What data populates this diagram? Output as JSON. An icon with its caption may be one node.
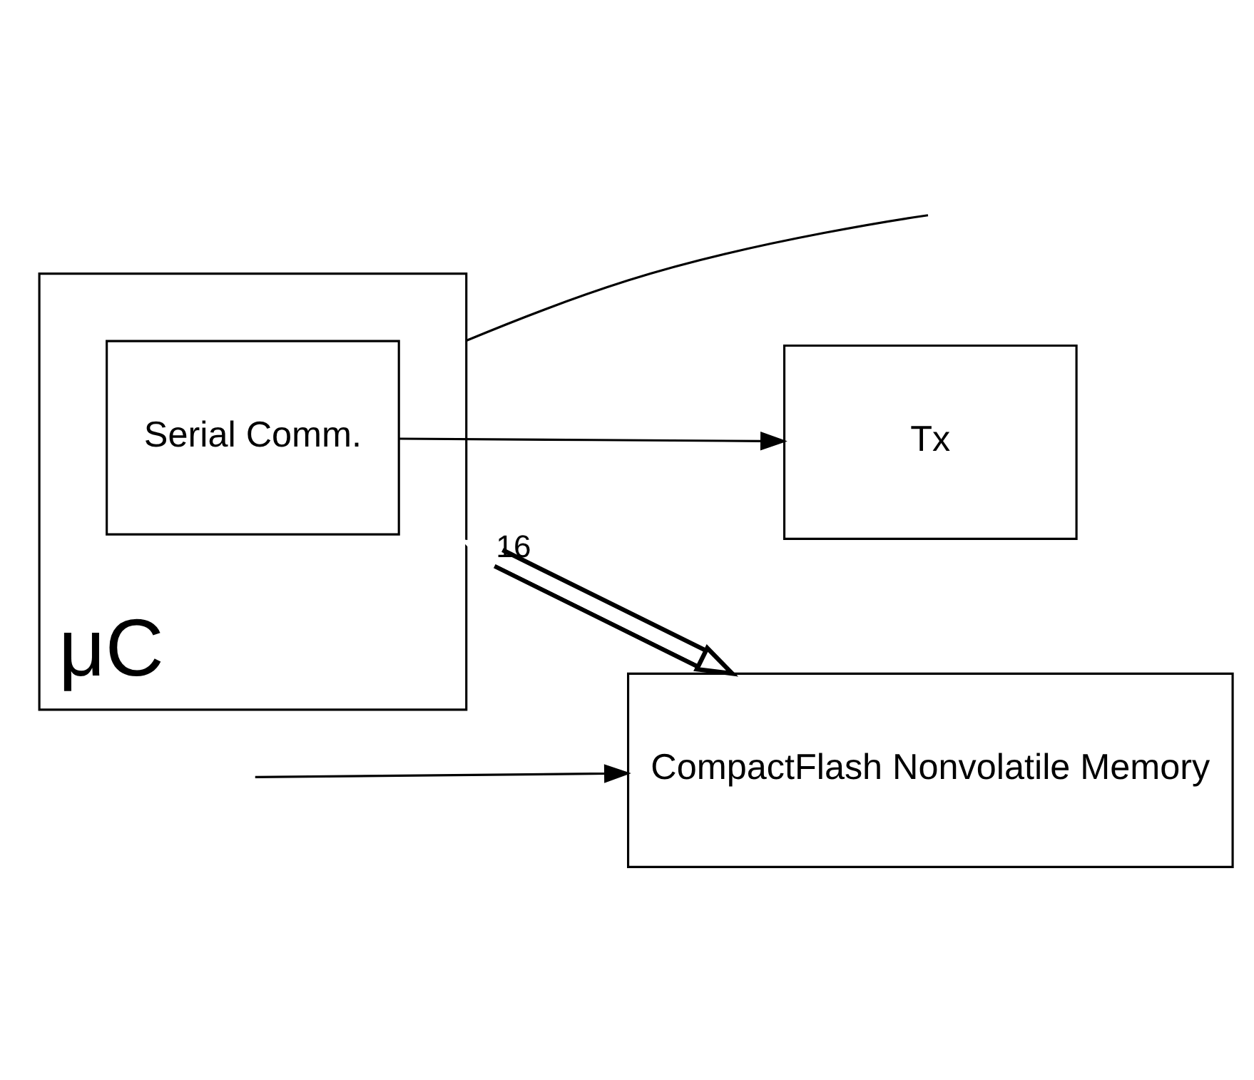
{
  "diagram": {
    "nodes": [
      {
        "text": [
          "μC"
        ]
      },
      {
        "text": [
          "Serial Comm."
        ],
        "in": 0
      },
      {
        "text": [
          "Tx"
        ]
      },
      {
        "text": [
          "CompactFlash Nonvolatile Memory"
        ]
      }
    ],
    "edges": [
      {
        "from": 1,
        "to": 2,
        "arrow": "to"
      },
      {
        "from": 0,
        "to": 3,
        "arrow": "both",
        "style": "thick",
        "label": "16"
      },
      {
        "from": 0,
        "to": null,
        "arrow": "none"
      },
      {
        "from": null,
        "to": 3,
        "arrow": "to"
      }
    ]
  }
}
